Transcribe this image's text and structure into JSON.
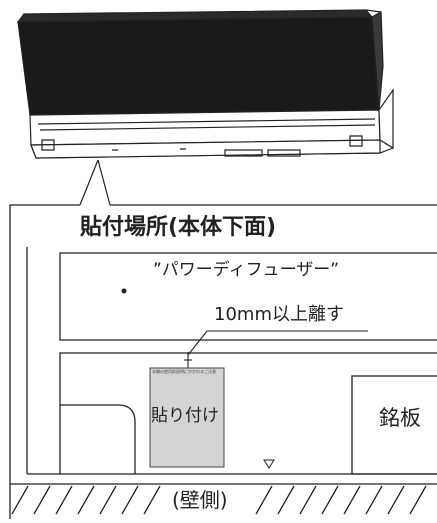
{
  "title": "貼付場所(本体下面)",
  "diffuser_label": "”パワーディフューザー”",
  "distance_label": "10mm以上離す",
  "label_name": "貼り付け",
  "label_small_text": "本機の使用前説明にかかわるご注意",
  "nameplate_label": "銘板",
  "wall_label": "(壁側)",
  "colors": {
    "line": "#222222",
    "label_fill": "#d4d4d4",
    "unit_body": "#1a1a1a",
    "background": "#ffffff"
  },
  "icons": {
    "marker": "triangle-down-icon",
    "dot": "bullet-icon"
  }
}
